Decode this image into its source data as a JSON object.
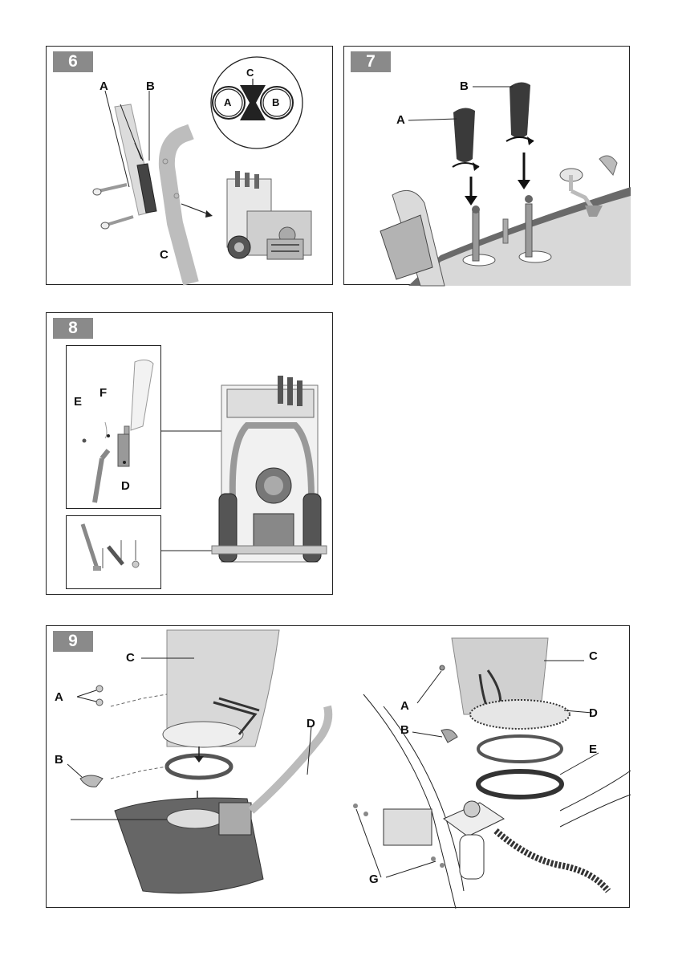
{
  "figures": [
    {
      "number": "6",
      "labels": {
        "a": "A",
        "b": "B",
        "c_top": "C",
        "c_bottom": "C",
        "circle_a": "A",
        "circle_b": "B"
      }
    },
    {
      "number": "7",
      "labels": {
        "a": "A",
        "b": "B"
      }
    },
    {
      "number": "8",
      "labels": {
        "e": "E",
        "f": "F",
        "d": "D"
      }
    },
    {
      "number": "9",
      "labels": {
        "c_left": "C",
        "a_left": "A",
        "b_left": "B",
        "d_left": "D",
        "c_right": "C",
        "a_right": "A",
        "b_right": "B",
        "d_right": "D",
        "e_right": "E",
        "g_right": "G"
      }
    }
  ],
  "colors": {
    "badge": "#8a8a8a",
    "part_light": "#d6d6d6",
    "part_mid": "#a9a9a9",
    "part_dark": "#3a3a3a",
    "outline": "#222222"
  }
}
